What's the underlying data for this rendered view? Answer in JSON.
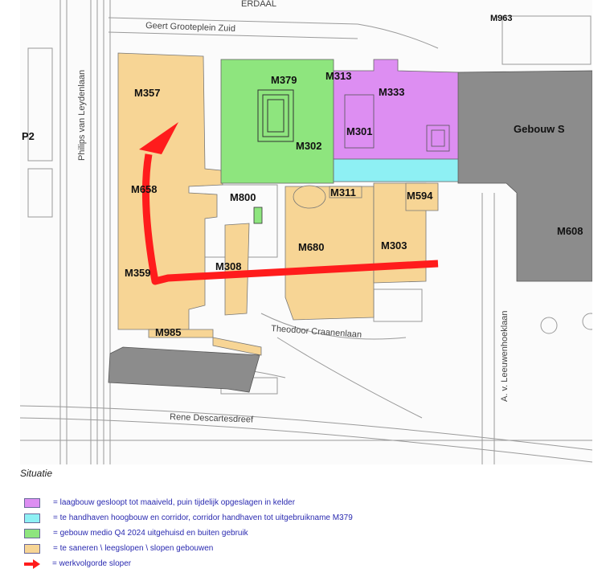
{
  "map": {
    "buildings": {
      "m357": "M357",
      "m379": "M379",
      "m313": "M313",
      "m333": "M333",
      "m301": "M301",
      "m302": "M302",
      "gebouw_s": "Gebouw S",
      "m963": "M963",
      "m658": "M658",
      "m800": "M800",
      "m311": "M311",
      "m594": "M594",
      "m608": "M608",
      "m680": "M680",
      "m303": "M303",
      "m308": "M308",
      "m359": "M359",
      "m985": "M985",
      "p2": "P2"
    },
    "streets": {
      "geert": "Geert Grooteplein Zuid",
      "philips": "Philips van Leydenlaan",
      "theodoor": "Theodoor Craanenlaan",
      "rene": "Rene Descartesdreef",
      "leeuwen": "A. v. Leeuwenhoeklaan",
      "top_cut": "ERDAAL"
    },
    "colors": {
      "purple": "#dd8ef2",
      "cyan": "#8ef0f4",
      "green": "#8ee57e",
      "orange": "#f7d595",
      "gray": "#8c8c8c",
      "arrow": "#ff1c1c"
    }
  },
  "caption": "Situatie",
  "legend": [
    {
      "color": "#dd8ef2",
      "text": "= laagbouw gesloopt tot maaiveld, puin tijdelijk opgeslagen in kelder"
    },
    {
      "color": "#8ef0f4",
      "text": "= te handhaven hoogbouw en corridor, corridor handhaven tot uitgebruikname M379"
    },
    {
      "color": "#8ee57e",
      "text": "= gebouw medio Q4 2024 uitgehuisd en buiten gebruik"
    },
    {
      "color": "#f7d595",
      "text": "= te saneren \\ leegslopen \\ slopen gebouwen"
    },
    {
      "arrow": "red-arrow-icon",
      "text": "= werkvolgorde sloper"
    }
  ]
}
